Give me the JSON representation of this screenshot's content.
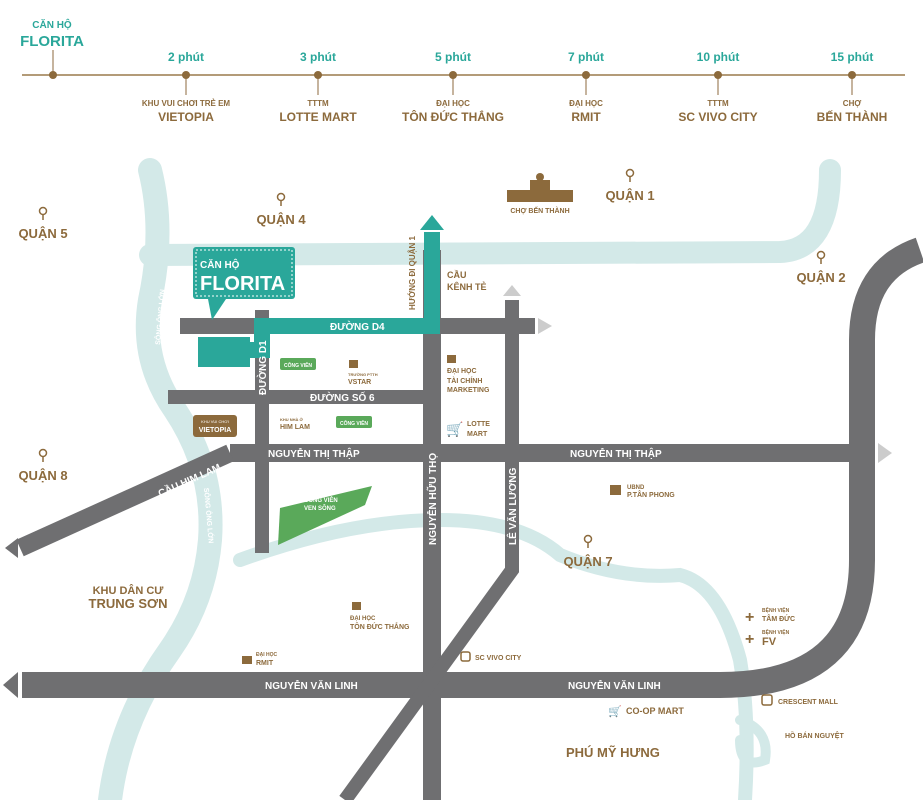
{
  "timeline": {
    "origin": {
      "line1": "CĂN HỘ",
      "line2": "FLORITA"
    },
    "stops": [
      {
        "time": "2 phút",
        "line1": "KHU VUI CHƠI TRẺ EM",
        "line2": "VIETOPIA"
      },
      {
        "time": "3 phút",
        "line1": "TTTM",
        "line2": "LOTTE MART"
      },
      {
        "time": "5 phút",
        "line1": "ĐẠI HỌC",
        "line2": "TÔN ĐỨC THẮNG"
      },
      {
        "time": "7 phút",
        "line1": "ĐẠI HỌC",
        "line2": "RMIT"
      },
      {
        "time": "10 phút",
        "line1": "TTTM",
        "line2": "SC VIVO CITY"
      },
      {
        "time": "15 phút",
        "line1": "CHỢ",
        "line2": "BẾN THÀNH"
      }
    ]
  },
  "map": {
    "project": {
      "line1": "CĂN HỘ",
      "line2": "FLORITA"
    },
    "districts": [
      "QUẬN 5",
      "QUẬN 4",
      "QUẬN 1",
      "QUẬN 2",
      "QUẬN 8",
      "QUẬN 7"
    ],
    "roads": {
      "d4": "ĐƯỜNG D4",
      "so6": "ĐƯỜNG SỐ 6",
      "d1": "ĐƯỜNG D1",
      "ntt_left": "NGUYỄN THỊ THẬP",
      "ntt_right": "NGUYỄN THỊ THẬP",
      "nht": "NGUYỄN HỮU THỌ",
      "lvl": "LÊ VĂN LƯƠNG",
      "lvl2": "LÊ VĂN LƯƠNG",
      "nvl_left": "NGUYỄN VĂN LINH",
      "nvl_right": "NGUYỄN VĂN LINH",
      "chl": "CẦU HIM LAM",
      "huong_q1": "HƯỚNG ĐI QUẬN 1"
    },
    "rivers": {
      "ong_lon_top": "SÔNG ÔNG LỚN",
      "ong_lon_bottom": "SÔNG ÔNG LỚN"
    },
    "places": {
      "cho_ben_thanh": "CHỢ BẾN THÀNH",
      "cau_kenh_te": [
        "CẦU",
        "KÊNH TẺ"
      ],
      "cong_vien1": "CÔNG VIÊN",
      "cong_vien2": "CÔNG VIÊN",
      "vstar": [
        "TRƯỜNG PTTH",
        "VSTAR"
      ],
      "tai_chinh": [
        "ĐẠI HỌC",
        "TÀI CHÍNH",
        "MARKETING"
      ],
      "lotte": [
        "LOTTE",
        "MART"
      ],
      "vietopia": [
        "KHU VUI CHƠI",
        "VIETOPIA"
      ],
      "him_lam": [
        "KHU NHÀ Ở",
        "HIM LAM"
      ],
      "cv_ven_song": [
        "CÔNG VIÊN",
        "VEN SÔNG"
      ],
      "ubnd": [
        "UBND",
        "P.TÂN PHONG"
      ],
      "khu_dan_cu": [
        "KHU DÂN CƯ",
        "TRUNG SƠN"
      ],
      "tdt": [
        "ĐẠI HỌC",
        "TÔN ĐỨC THẮNG"
      ],
      "rmit": [
        "ĐẠI HỌC",
        "RMIT"
      ],
      "vivo": "SC VIVO CITY",
      "tam_duc": [
        "BỆNH VIỆN",
        "TÂM ĐỨC"
      ],
      "fv": [
        "BỆNH VIỆN",
        "FV"
      ],
      "crescent": "CRESCENT MALL",
      "coop": "CO-OP MART",
      "ho_ban_nguyet": "HỒ BÁN NGUYỆT",
      "phu_my_hung": "PHÚ MỸ HƯNG"
    }
  },
  "colors": {
    "teal": "#2aa79a",
    "brown": "#8c6a3c",
    "road": "#6f6f71",
    "river": "#cfe7e6",
    "park": "#5aa95a"
  }
}
